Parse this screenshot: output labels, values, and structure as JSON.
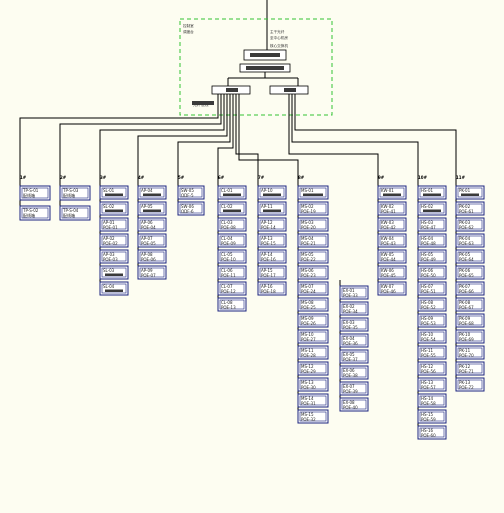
{
  "diagram": {
    "type": "network-topology",
    "background": "#fdfdf1",
    "line_color": "#000000",
    "block_color": "#1a237e",
    "control_box_color": "#33c233",
    "control_box": {
      "label_top_left": [
        "控制室",
        "调度台"
      ],
      "uplink_label": [
        "主干光纤",
        "至中心机房",
        "核心交换机"
      ],
      "left_tag": "光纤 配线"
    },
    "switches": [
      {
        "id": "core"
      },
      {
        "id": "agg-left"
      },
      {
        "id": "agg-right"
      }
    ],
    "columns": [
      {
        "header": "1#",
        "boxes": [
          [
            "TP-S-01",
            "配线箱"
          ],
          [
            "TP-S-02",
            "配线箱"
          ]
        ]
      },
      {
        "header": "2#",
        "boxes": [
          [
            "TP-S-03",
            "配线箱"
          ],
          [
            "TP-S-04",
            "配线箱"
          ]
        ]
      },
      {
        "header": "3#",
        "boxes": [
          [
            "SL-01",
            ""
          ],
          [
            "SL-02",
            ""
          ],
          [
            "AP-01",
            "POE-01"
          ],
          [
            "AP-02",
            "POE-02"
          ],
          [
            "AP-03",
            "POE-03"
          ],
          [
            "SL-03",
            ""
          ],
          [
            "SL-04",
            ""
          ]
        ]
      },
      {
        "header": "4#",
        "boxes": [
          [
            "AP-04",
            ""
          ],
          [
            "AP-05",
            ""
          ],
          [
            "AP-06",
            "POE-04"
          ],
          [
            "AP-07",
            "POE-05"
          ],
          [
            "AP-08",
            "POE-06"
          ],
          [
            "AP-09",
            "POE-07"
          ]
        ]
      },
      {
        "header": "5#",
        "boxes": [
          [
            "SW-05",
            "ODF-5"
          ],
          [
            "SW-06",
            "ODF-6"
          ]
        ]
      },
      {
        "header": "6#",
        "boxes": [
          [
            "CL-01",
            ""
          ],
          [
            "CL-02",
            ""
          ],
          [
            "CL-03",
            "POE-08"
          ],
          [
            "CL-04",
            "POE-09"
          ],
          [
            "CL-05",
            "POE-10"
          ],
          [
            "CL-06",
            "POE-11"
          ],
          [
            "CL-07",
            "POE-12"
          ],
          [
            "CL-08",
            "POE-13"
          ]
        ]
      },
      {
        "header": "7#",
        "boxes": [
          [
            "AP-10",
            ""
          ],
          [
            "AP-11",
            ""
          ],
          [
            "AP-12",
            "POE-14"
          ],
          [
            "AP-13",
            "POE-15"
          ],
          [
            "AP-14",
            "POE-16"
          ],
          [
            "AP-15",
            "POE-17"
          ],
          [
            "AP-16",
            "POE-18"
          ]
        ]
      },
      {
        "header": "8#",
        "boxes": [
          [
            "MS-01",
            ""
          ],
          [
            "MS-02",
            "POE-19"
          ],
          [
            "MS-03",
            "POE-20"
          ],
          [
            "MS-04",
            "POE-21"
          ],
          [
            "MS-05",
            "POE-22"
          ],
          [
            "MS-06",
            "POE-23"
          ],
          [
            "MS-07",
            "POE-24"
          ],
          [
            "MS-08",
            "POE-25"
          ],
          [
            "MS-09",
            "POE-26"
          ],
          [
            "MS-10",
            "POE-27"
          ],
          [
            "MS-11",
            "POE-28"
          ],
          [
            "MS-12",
            "POE-29"
          ],
          [
            "MS-13",
            "POE-30"
          ],
          [
            "MS-14",
            "POE-31"
          ],
          [
            "MS-15",
            "POE-32"
          ]
        ]
      },
      {
        "header": "",
        "boxes": [
          [
            "EX-01",
            "POE-33"
          ],
          [
            "EX-02",
            "POE-34"
          ],
          [
            "EX-03",
            "POE-35"
          ],
          [
            "EX-04",
            "POE-36"
          ],
          [
            "EX-05",
            "POE-37"
          ],
          [
            "EX-06",
            "POE-38"
          ],
          [
            "EX-07",
            "POE-39"
          ],
          [
            "EX-08",
            "POE-40"
          ]
        ]
      },
      {
        "header": "9#",
        "boxes": [
          [
            "KW-01",
            ""
          ],
          [
            "KW-02",
            "POE-41"
          ],
          [
            "KW-03",
            "POE-42"
          ],
          [
            "KW-04",
            "POE-43"
          ],
          [
            "KW-05",
            "POE-44"
          ],
          [
            "KW-06",
            "POE-45"
          ],
          [
            "KW-07",
            "POE-46"
          ]
        ]
      },
      {
        "header": "10#",
        "boxes": [
          [
            "HS-01",
            ""
          ],
          [
            "HS-02",
            ""
          ],
          [
            "HS-03",
            "POE-47"
          ],
          [
            "HS-04",
            "POE-48"
          ],
          [
            "HS-05",
            "POE-49"
          ],
          [
            "HS-06",
            "POE-50"
          ],
          [
            "HS-07",
            "POE-51"
          ],
          [
            "HS-08",
            "POE-52"
          ],
          [
            "HS-09",
            "POE-53"
          ],
          [
            "HS-10",
            "POE-54"
          ],
          [
            "HS-11",
            "POE-55"
          ],
          [
            "HS-12",
            "POE-56"
          ],
          [
            "HS-13",
            "POE-57"
          ],
          [
            "HS-14",
            "POE-58"
          ],
          [
            "HS-15",
            "POE-59"
          ],
          [
            "HS-16",
            "POE-60"
          ]
        ]
      },
      {
        "header": "11#",
        "boxes": [
          [
            "PK-01",
            ""
          ],
          [
            "PK-02",
            "POE-61"
          ],
          [
            "PK-03",
            "POE-62"
          ],
          [
            "PK-04",
            "POE-63"
          ],
          [
            "PK-05",
            "POE-64"
          ],
          [
            "PK-06",
            "POE-65"
          ],
          [
            "PK-07",
            "POE-66"
          ],
          [
            "PK-08",
            "POE-67"
          ],
          [
            "PK-09",
            "POE-68"
          ],
          [
            "PK-10",
            "POE-69"
          ],
          [
            "PK-11",
            "POE-70"
          ],
          [
            "PK-12",
            "POE-71"
          ],
          [
            "PK-13",
            "POE-72"
          ]
        ]
      }
    ]
  }
}
